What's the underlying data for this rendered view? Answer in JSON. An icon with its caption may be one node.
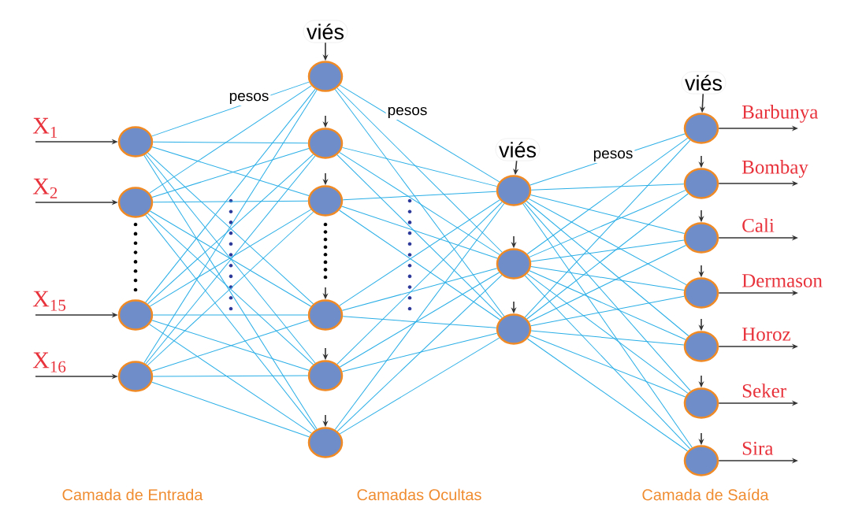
{
  "diagram": {
    "nodes": [
      {
        "text": [],
        "shape": "circle"
      },
      {
        "text": [],
        "shape": "circle"
      },
      {
        "text": [],
        "shape": "circle"
      },
      {
        "text": [],
        "shape": "circle"
      },
      {
        "text": [],
        "shape": "circle"
      },
      {
        "text": [],
        "shape": "circle"
      },
      {
        "text": [],
        "shape": "circle"
      },
      {
        "text": [],
        "shape": "circle"
      },
      {
        "text": [],
        "shape": "circle"
      },
      {
        "text": [],
        "shape": "circle"
      },
      {
        "text": [],
        "shape": "circle"
      },
      {
        "text": [],
        "shape": "circle"
      },
      {
        "text": [],
        "shape": "circle"
      },
      {
        "text": [],
        "shape": "circle"
      },
      {
        "text": [],
        "shape": "circle"
      },
      {
        "text": [],
        "shape": "circle"
      },
      {
        "text": [],
        "shape": "circle"
      },
      {
        "text": [],
        "shape": "circle"
      },
      {
        "text": [],
        "shape": "circle"
      },
      {
        "text": [],
        "shape": "circle"
      },
      {
        "text": [
          "viés"
        ]
      },
      {
        "text": [
          "viés"
        ]
      },
      {
        "text": [
          "viés"
        ]
      }
    ],
    "edges": [
      {
        "from": null,
        "to": 0,
        "arrow": "to",
        "label": "X$_{1}$",
        "color": "#333333"
      },
      {
        "from": null,
        "to": 1,
        "arrow": "to",
        "label": "X$_{2}$",
        "color": "#333333"
      },
      {
        "from": null,
        "to": 2,
        "arrow": "to",
        "label": "X$_{15}$",
        "color": "#333333"
      },
      {
        "from": null,
        "to": 3,
        "arrow": "to",
        "label": "X$_{16}$",
        "color": "#333333"
      },
      {
        "from": 0,
        "to": 4,
        "arrow": "none"
      },
      {
        "from": 0,
        "to": 5,
        "arrow": "none"
      },
      {
        "from": 0,
        "to": 6,
        "arrow": "none"
      },
      {
        "from": 0,
        "to": 7,
        "arrow": "none"
      },
      {
        "from": 0,
        "to": 8,
        "arrow": "none"
      },
      {
        "from": 0,
        "to": 9,
        "arrow": "none"
      },
      {
        "from": 1,
        "to": 4,
        "arrow": "none"
      },
      {
        "from": 1,
        "to": 5,
        "arrow": "none"
      },
      {
        "from": 1,
        "to": 6,
        "arrow": "none"
      },
      {
        "from": 1,
        "to": 7,
        "arrow": "none"
      },
      {
        "from": 1,
        "to": 8,
        "arrow": "none"
      },
      {
        "from": 1,
        "to": 9,
        "arrow": "none"
      },
      {
        "from": 2,
        "to": 4,
        "arrow": "none"
      },
      {
        "from": 2,
        "to": 5,
        "arrow": "none"
      },
      {
        "from": 2,
        "to": 6,
        "arrow": "none"
      },
      {
        "from": 2,
        "to": 7,
        "arrow": "none"
      },
      {
        "from": 2,
        "to": 8,
        "arrow": "none"
      },
      {
        "from": 2,
        "to": 9,
        "arrow": "none"
      },
      {
        "from": 3,
        "to": 4,
        "arrow": "none"
      },
      {
        "from": 3,
        "to": 5,
        "arrow": "none"
      },
      {
        "from": 3,
        "to": 6,
        "arrow": "none"
      },
      {
        "from": 3,
        "to": 7,
        "arrow": "none"
      },
      {
        "from": 3,
        "to": 8,
        "arrow": "none"
      },
      {
        "from": 3,
        "to": 9,
        "arrow": "none"
      },
      {
        "from": 4,
        "to": 10,
        "arrow": "none"
      },
      {
        "from": 4,
        "to": 11,
        "arrow": "none"
      },
      {
        "from": 4,
        "to": 12,
        "arrow": "none"
      },
      {
        "from": 5,
        "to": 10,
        "arrow": "none"
      },
      {
        "from": 5,
        "to": 11,
        "arrow": "none"
      },
      {
        "from": 5,
        "to": 12,
        "arrow": "none"
      },
      {
        "from": 6,
        "to": 10,
        "arrow": "none"
      },
      {
        "from": 6,
        "to": 11,
        "arrow": "none"
      },
      {
        "from": 6,
        "to": 12,
        "arrow": "none"
      },
      {
        "from": 7,
        "to": 10,
        "arrow": "none"
      },
      {
        "from": 7,
        "to": 11,
        "arrow": "none"
      },
      {
        "from": 7,
        "to": 12,
        "arrow": "none"
      },
      {
        "from": 8,
        "to": 10,
        "arrow": "none"
      },
      {
        "from": 8,
        "to": 11,
        "arrow": "none"
      },
      {
        "from": 8,
        "to": 12,
        "arrow": "none"
      },
      {
        "from": 9,
        "to": 10,
        "arrow": "none"
      },
      {
        "from": 9,
        "to": 11,
        "arrow": "none"
      },
      {
        "from": 9,
        "to": 12,
        "arrow": "none"
      },
      {
        "from": 10,
        "to": 13,
        "arrow": "none"
      },
      {
        "from": 10,
        "to": 14,
        "arrow": "none"
      },
      {
        "from": 10,
        "to": 15,
        "arrow": "none"
      },
      {
        "from": 10,
        "to": 16,
        "arrow": "none"
      },
      {
        "from": 10,
        "to": 17,
        "arrow": "none"
      },
      {
        "from": 10,
        "to": 18,
        "arrow": "none"
      },
      {
        "from": 10,
        "to": 19,
        "arrow": "none"
      },
      {
        "from": 11,
        "to": 13,
        "arrow": "none"
      },
      {
        "from": 11,
        "to": 14,
        "arrow": "none"
      },
      {
        "from": 11,
        "to": 15,
        "arrow": "none"
      },
      {
        "from": 11,
        "to": 16,
        "arrow": "none"
      },
      {
        "from": 11,
        "to": 17,
        "arrow": "none"
      },
      {
        "from": 11,
        "to": 18,
        "arrow": "none"
      },
      {
        "from": 11,
        "to": 19,
        "arrow": "none"
      },
      {
        "from": 12,
        "to": 13,
        "arrow": "none"
      },
      {
        "from": 12,
        "to": 14,
        "arrow": "none"
      },
      {
        "from": 12,
        "to": 15,
        "arrow": "none"
      },
      {
        "from": 12,
        "to": 16,
        "arrow": "none"
      },
      {
        "from": 12,
        "to": 17,
        "arrow": "none"
      },
      {
        "from": 12,
        "to": 18,
        "arrow": "none"
      },
      {
        "from": 12,
        "to": 19,
        "arrow": "none"
      },
      {
        "from": 13,
        "to": null,
        "arrow": "to",
        "label": "Barbunya",
        "color": "#333333"
      },
      {
        "from": 14,
        "to": null,
        "arrow": "to",
        "label": "Bombay",
        "color": "#333333"
      },
      {
        "from": 15,
        "to": null,
        "arrow": "to",
        "label": "Cali",
        "color": "#333333"
      },
      {
        "from": 16,
        "to": null,
        "arrow": "to",
        "label": "Dermason",
        "color": "#333333"
      },
      {
        "from": 17,
        "to": null,
        "arrow": "to",
        "label": "Horoz",
        "color": "#333333"
      },
      {
        "from": 18,
        "to": null,
        "arrow": "to",
        "label": "Seker",
        "color": "#333333"
      },
      {
        "from": 19,
        "to": null,
        "arrow": "to",
        "label": "Sira",
        "color": "#333333"
      },
      {
        "from": 20,
        "to": 4,
        "arrow": "to",
        "color": "#333333"
      },
      {
        "from": 21,
        "to": 10,
        "arrow": "to",
        "color": "#333333"
      },
      {
        "from": 22,
        "to": 13,
        "arrow": "to",
        "color": "#333333"
      },
      {
        "from": null,
        "to": 5,
        "arrow": "to",
        "color": "#333333"
      },
      {
        "from": null,
        "to": 6,
        "arrow": "to",
        "color": "#333333"
      },
      {
        "from": null,
        "to": 7,
        "arrow": "to",
        "color": "#333333"
      },
      {
        "from": null,
        "to": 8,
        "arrow": "to",
        "color": "#333333"
      },
      {
        "from": null,
        "to": 9,
        "arrow": "to",
        "color": "#333333"
      },
      {
        "from": null,
        "to": 11,
        "arrow": "to",
        "color": "#333333"
      },
      {
        "from": null,
        "to": 12,
        "arrow": "to",
        "color": "#333333"
      },
      {
        "from": null,
        "to": 14,
        "arrow": "to",
        "color": "#333333"
      },
      {
        "from": null,
        "to": 15,
        "arrow": "to",
        "color": "#333333"
      },
      {
        "from": null,
        "to": 16,
        "arrow": "to",
        "color": "#333333"
      },
      {
        "from": null,
        "to": 17,
        "arrow": "to",
        "color": "#333333"
      },
      {
        "from": null,
        "to": 18,
        "arrow": "to",
        "color": "#333333"
      },
      {
        "from": null,
        "to": 19,
        "arrow": "to",
        "color": "#333333"
      }
    ],
    "labels": [
      "pesos",
      "pesos",
      "pesos",
      "Camada de Entrada",
      "Camadas Ocultas",
      "Camada de Saída"
    ]
  }
}
